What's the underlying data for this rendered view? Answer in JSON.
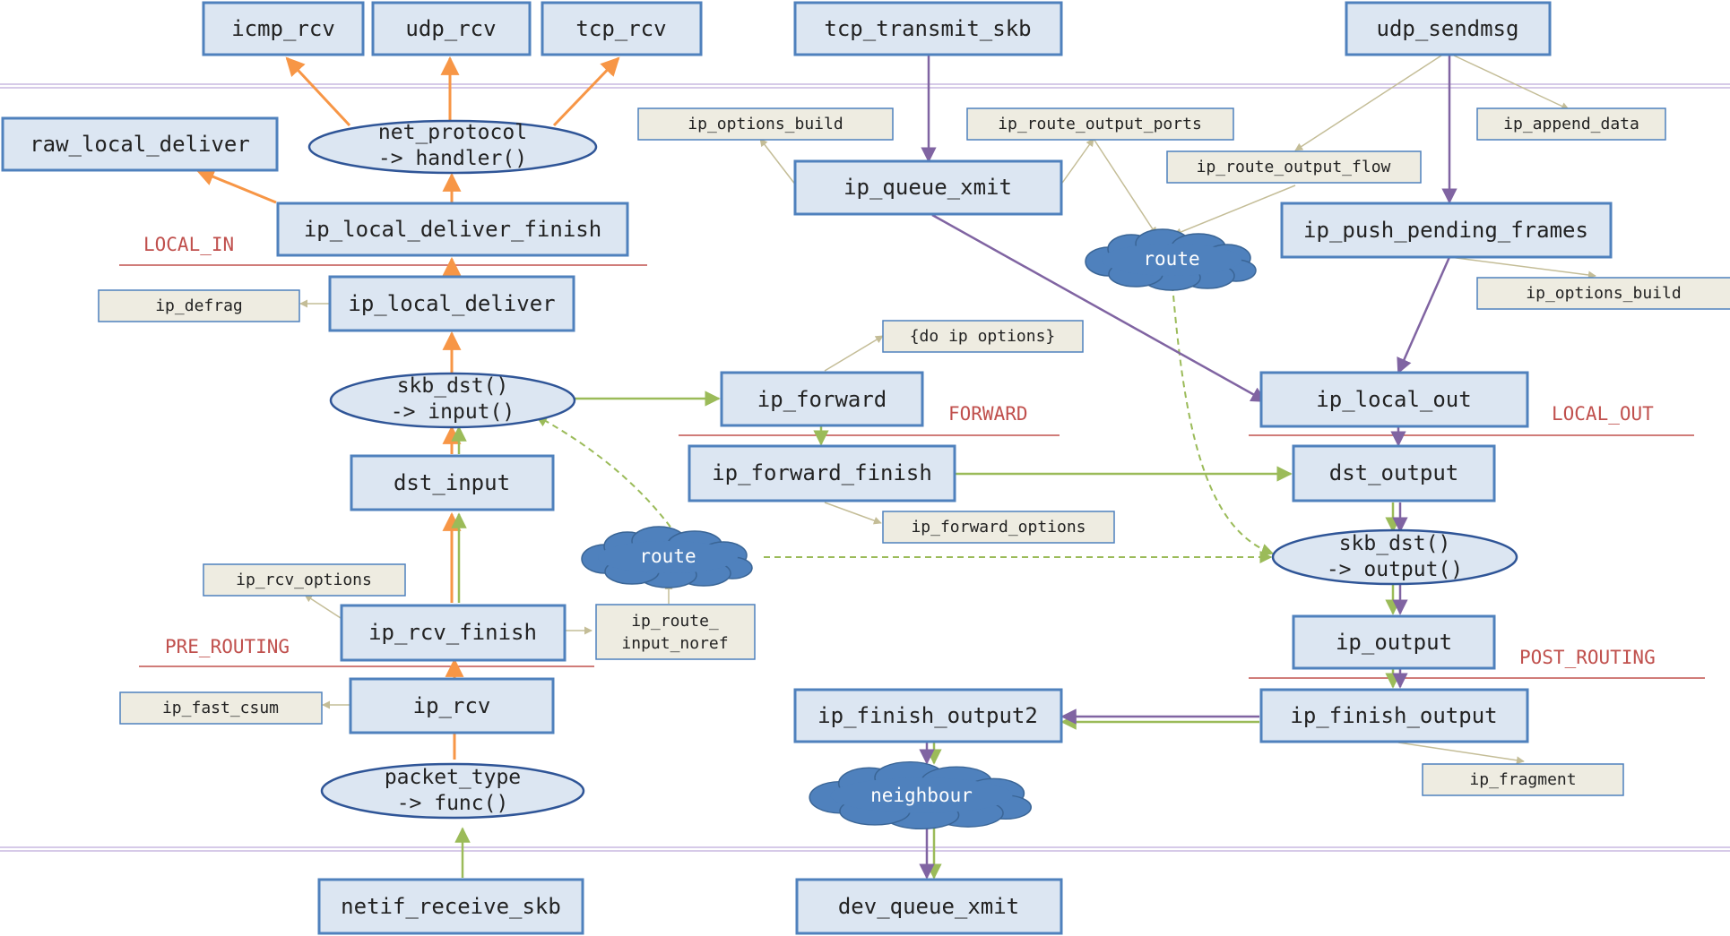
{
  "colors": {
    "box_fill": "#dce6f2",
    "box_stroke": "#4f81bd",
    "note_fill": "#eeece1",
    "note_stroke": "#4f81bd",
    "cloud_fill": "#4f81bd",
    "label_red": "#c0504d",
    "rx_orange": "#f79646",
    "fwd_green": "#9bbb59",
    "tx_purple": "#8064a2",
    "note_arrow": "#c4bd97",
    "separator": "#c9b8e0"
  },
  "layers": {
    "local_in": "LOCAL_IN",
    "pre_routing": "PRE_ROUTING",
    "forward": "FORWARD",
    "local_out": "LOCAL_OUT",
    "post_routing": "POST_ROUTING"
  },
  "boxes": {
    "icmp_rcv": "icmp_rcv",
    "udp_rcv": "udp_rcv",
    "tcp_rcv": "tcp_rcv",
    "tcp_transmit_skb": "tcp_transmit_skb",
    "udp_sendmsg": "udp_sendmsg",
    "raw_local_deliver": "raw_local_deliver",
    "ip_local_deliver_finish": "ip_local_deliver_finish",
    "ip_local_deliver": "ip_local_deliver",
    "dst_input": "dst_input",
    "ip_rcv_finish": "ip_rcv_finish",
    "ip_rcv": "ip_rcv",
    "netif_receive_skb": "netif_receive_skb",
    "ip_queue_xmit": "ip_queue_xmit",
    "ip_forward": "ip_forward",
    "ip_forward_finish": "ip_forward_finish",
    "ip_push_pending_frames": "ip_push_pending_frames",
    "ip_local_out": "ip_local_out",
    "dst_output": "dst_output",
    "ip_output": "ip_output",
    "ip_finish_output": "ip_finish_output",
    "ip_finish_output2": "ip_finish_output2",
    "dev_queue_xmit": "dev_queue_xmit"
  },
  "ellipses": {
    "net_protocol": [
      "net_protocol",
      "-> handler()"
    ],
    "skb_dst_input": [
      "skb_dst()",
      "-> input()"
    ],
    "packet_type": [
      "packet_type",
      "-> func()"
    ],
    "skb_dst_output": [
      "skb_dst()",
      "-> output()"
    ]
  },
  "clouds": {
    "route_mid": "route",
    "route_top": "route",
    "neighbour": "neighbour"
  },
  "notes": {
    "ip_defrag": "ip_defrag",
    "ip_rcv_options": "ip_rcv_options",
    "ip_route_input_noref": [
      "ip_route_",
      "input_noref"
    ],
    "ip_fast_csum": "ip_fast_csum",
    "ip_options_build_top": "ip_options_build",
    "ip_route_output_ports": "ip_route_output_ports",
    "ip_route_output_flow": "ip_route_output_flow",
    "ip_append_data": "ip_append_data",
    "ip_options_build_right": "ip_options_build",
    "do_ip_options": "{do ip options}",
    "ip_forward_options": "ip_forward_options",
    "ip_fragment": "ip_fragment"
  }
}
